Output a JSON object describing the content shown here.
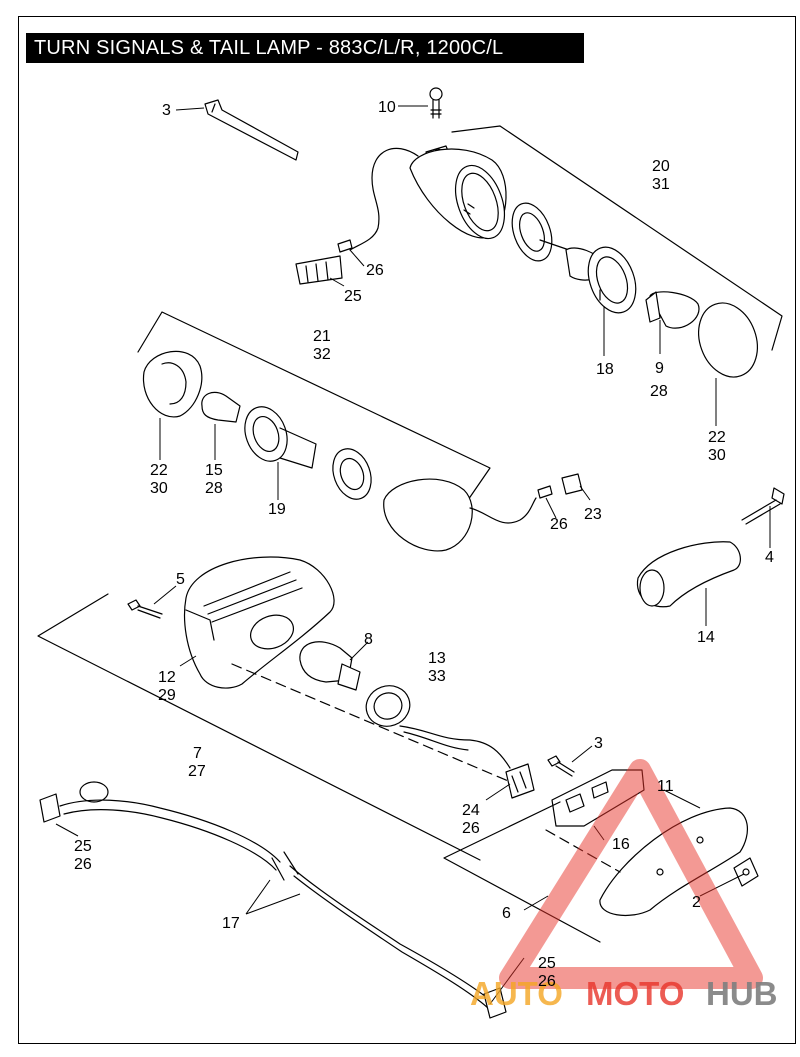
{
  "title": "TURN SIGNALS & TAIL LAMP - 883C/L/R, 1200C/L",
  "labels": {
    "l3a": "3",
    "l10": "10",
    "l20": "20",
    "l31": "31",
    "l26a": "26",
    "l25a": "25",
    "l18": "18",
    "l9": "9",
    "l28a": "28",
    "l22a": "22",
    "l30a": "30",
    "l21": "21",
    "l32": "32",
    "l22b": "22",
    "l30b": "30",
    "l15": "15",
    "l28b": "28",
    "l19": "19",
    "l26b": "26",
    "l23": "23",
    "l4": "4",
    "l14": "14",
    "l5": "5",
    "l8": "8",
    "l13": "13",
    "l33": "33",
    "l12": "12",
    "l29": "29",
    "l7": "7",
    "l27": "27",
    "l3b": "3",
    "l11": "11",
    "l24": "24",
    "l26c": "26",
    "l16": "16",
    "l25b": "25",
    "l26d": "26",
    "l2": "2",
    "l17": "17",
    "l6": "6",
    "l25c": "25",
    "l26e": "26"
  },
  "watermark": {
    "part1": "AUTO",
    "part2": "MOTO",
    "part3": "HUB"
  },
  "colors": {
    "title_bg": "#000000",
    "title_fg": "#ffffff",
    "line": "#000000",
    "wm_red": "#e8342a",
    "wm_orange": "#f5a623",
    "wm_gray": "#7f7f7f"
  }
}
